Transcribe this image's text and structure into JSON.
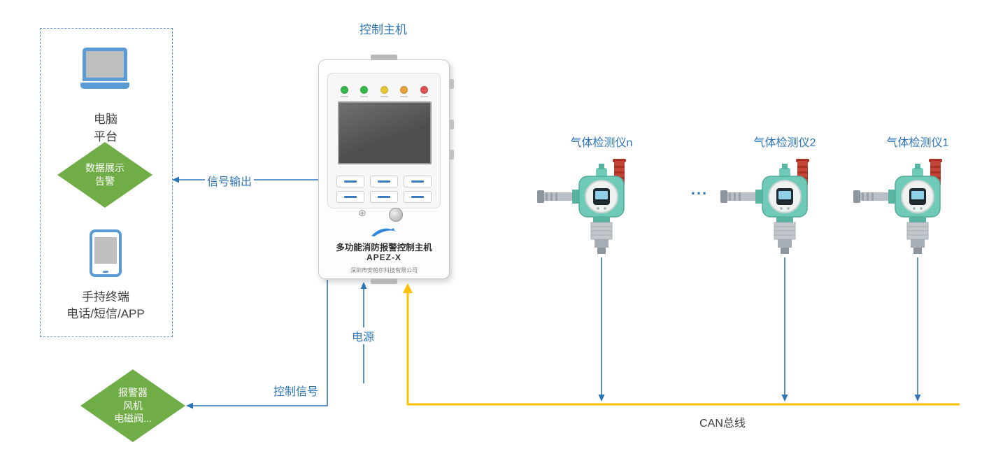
{
  "control_host": {
    "label": "控制主机",
    "product_name": "多功能消防报警控制主机",
    "model": "APEZ-X",
    "company": "深圳市安帕尔科技有限公司"
  },
  "left_panel": {
    "computer_line1": "电脑",
    "computer_line2": "平台",
    "diamond_line1": "数据展示",
    "diamond_line2": "告警",
    "handheld_line1": "手持终端",
    "handheld_line2": "电话/短信/APP"
  },
  "actuator_diamond": {
    "line1": "报警器",
    "line2": "风机",
    "line3": "电磁阀..."
  },
  "connections": {
    "signal_output": "信号输出",
    "power": "电源",
    "control_signal": "控制信号",
    "can_bus": "CAN总线",
    "ellipsis": "..."
  },
  "detectors": [
    {
      "label": "气体检测仪n"
    },
    {
      "label": "气体检测仪2"
    },
    {
      "label": "气体检测仪1"
    }
  ],
  "icons": {
    "computer": "laptop-icon",
    "handheld": "phone-icon",
    "detector": "gas-detector-icon",
    "host_brand": "brand-logo-icon",
    "speaker": "speaker-grille-icon"
  },
  "colors": {
    "label_blue": "#2E75B6",
    "diamond_green": "#70AD47",
    "can_bus_yellow": "#FFC000",
    "icon_blue": "#5B9BD5",
    "detector_teal": "#6FCAB8"
  }
}
